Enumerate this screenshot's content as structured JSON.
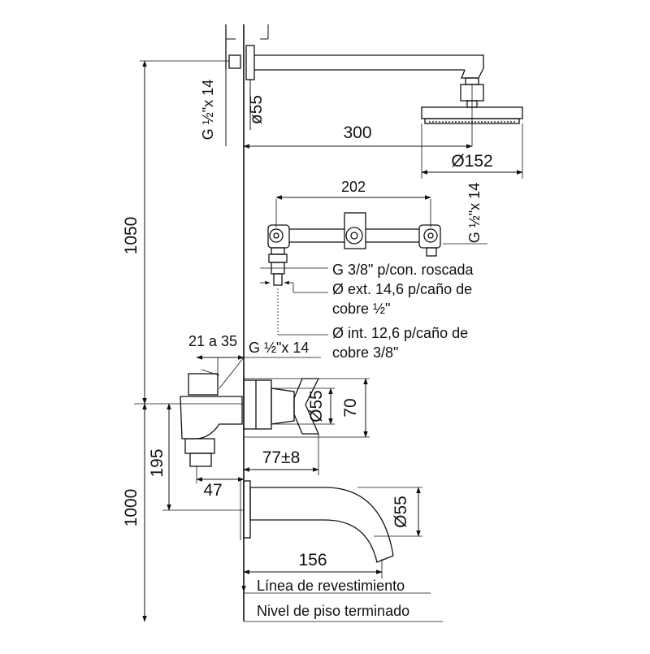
{
  "dims": {
    "shower_arm_length": "300",
    "shower_head_diameter": "Ø152",
    "wall_flange_diameter": "ø55",
    "top_thread": "G ½\"x 14",
    "valve_spacing": "202",
    "valve_thread_right": "G ½\"x 14",
    "total_height": "1050",
    "spout_height": "1000",
    "mixer_height": "195",
    "wall_depth_range": "21 a 35",
    "inlet_thread": "G ½\"x 14",
    "mixer_rosette_diameter": "Ø55",
    "mixer_body_height": "70",
    "handle_projection": "77±8",
    "inlet_offset": "47",
    "spout_diameter": "Ø55",
    "spout_length": "156"
  },
  "notes": {
    "connection_1": "G 3/8\" p/con. roscada",
    "connection_2a": "Ø ext. 14,6 p/caño de",
    "connection_2b": "cobre ½\"",
    "connection_3a": "Ø int. 12,6 p/caño de",
    "connection_3b": "cobre 3/8\""
  },
  "legend": {
    "finish_line": "Línea de revestimiento",
    "floor_line": "Nivel de piso terminado"
  }
}
